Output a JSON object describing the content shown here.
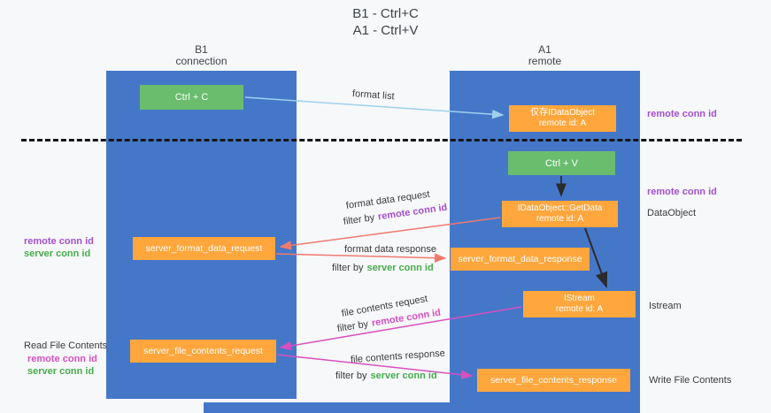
{
  "title": {
    "line1": "B1 - Ctrl+C",
    "line2": "A1 - Ctrl+V"
  },
  "lanes": {
    "left": {
      "title": "B1",
      "subtitle": "connection"
    },
    "right": {
      "title": "A1",
      "subtitle": "remote"
    }
  },
  "boxes": {
    "ctrl_c": {
      "label": "Ctrl + C"
    },
    "ctrl_v": {
      "label": "Ctrl + V"
    },
    "clipboard_object": {
      "line1": "仅存IDataObject",
      "line2": "remote id: A"
    },
    "getdata": {
      "line1": "IDataObject::GetData",
      "line2": "remote id: A"
    },
    "istream": {
      "line1": "IStream",
      "line2": "remote id: A"
    },
    "format_request": {
      "label": "server_format_data_request"
    },
    "format_response": {
      "label": "server_format_data_response"
    },
    "file_request": {
      "label": "server_file_contents_request"
    },
    "file_response": {
      "label": "server_file_contents_response"
    }
  },
  "labels": {
    "format_list": "format list",
    "format_data_request": "format data request",
    "format_data_response": "format data response",
    "file_contents_request": "file contents request",
    "file_contents_response": "file contents response",
    "filter_by": "filter by",
    "remote_conn_id": "remote conn id",
    "server_conn_id": "server conn id",
    "dataobject": "DataObject",
    "istream": "Istream",
    "read_file_contents": "Read File Contents",
    "write_file_contents": "Write File Contents"
  },
  "colors": {
    "lane_blue": "#4577c9",
    "box_green": "#69bd6d",
    "box_orange": "#ffa63c",
    "purple_text": "#a34fd0",
    "green_text": "#47ab4b",
    "magenta_text": "#d84fc0",
    "salmon_arrow": "#ee7b6e",
    "light_blue_arrow": "#9fd0ee",
    "black_arrow": "#2b2b2b"
  }
}
